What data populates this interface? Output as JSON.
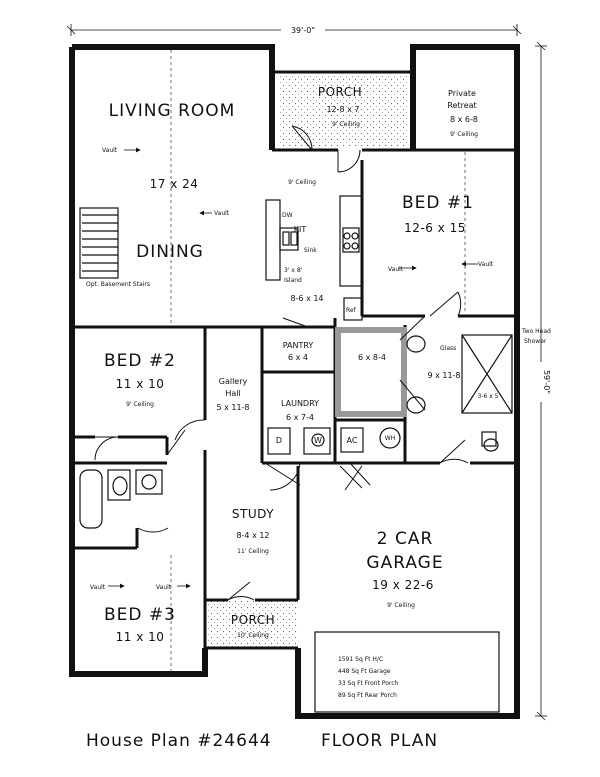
{
  "dimensions": {
    "width": "39'-0\"",
    "depth": "59'-0\""
  },
  "rooms": {
    "porch_rear": {
      "name": "PORCH",
      "size": "12-8 x 7",
      "ceiling": "9' Ceiling"
    },
    "private_retreat": {
      "name1": "Private",
      "name2": "Retreat",
      "size": "8 x 6-8",
      "ceiling": "9' Ceiling"
    },
    "living": {
      "name": "LIVING ROOM",
      "size": "17 x 24",
      "vault1": "Vault",
      "vault2": "Vault"
    },
    "dining": {
      "name": "DINING",
      "note": "Opt. Basement Stairs"
    },
    "kitchen": {
      "name": "KIT",
      "ceiling": "9' Ceiling",
      "dw": "DW",
      "sink": "Sink",
      "island1": "3' x 8'",
      "island2": "Island",
      "size": "8-6 x 14",
      "ref": "Ref"
    },
    "bed1": {
      "name": "BED #1",
      "size": "12-6 x 15",
      "vault1": "Vault",
      "vault2": "Vault"
    },
    "pantry": {
      "name": "PANTRY",
      "size": "6 x 4"
    },
    "closet_master": {
      "size": "6 x 8-4"
    },
    "master_bath": {
      "size": "9 x 11-8",
      "glass": "Glass",
      "shower_size": "3-6 x 5",
      "note1": "Two Head",
      "note2": "Shower"
    },
    "bed2": {
      "name": "BED #2",
      "size": "11 x 10",
      "ceiling": "9' Ceiling"
    },
    "gallery": {
      "name1": "Gallery",
      "name2": "Hall",
      "size": "5 x 11-8"
    },
    "laundry": {
      "name": "LAUNDRY",
      "size": "6 x 7-4",
      "d": "D",
      "w": "W"
    },
    "mech": {
      "ac": "AC",
      "wh": "WH"
    },
    "study": {
      "name": "STUDY",
      "size": "8-4 x 12",
      "ceiling": "11' Ceiling"
    },
    "garage": {
      "name1": "2 CAR",
      "name2": "GARAGE",
      "size": "19 x 22-6",
      "ceiling": "9' Ceiling"
    },
    "bed3": {
      "name": "BED #3",
      "size": "11 x 10",
      "vault1": "Vault",
      "vault2": "Vault"
    },
    "porch_front": {
      "name": "PORCH",
      "ceiling": "10' Ceiling"
    }
  },
  "stats": [
    "1591 Sq Ft H/C",
    "448 Sq Ft Garage",
    "33 Sq Ft Front Porch",
    "89 Sq Ft Rear Porch"
  ],
  "footer": {
    "plan": "House Plan #24644",
    "label": "FLOOR PLAN"
  }
}
